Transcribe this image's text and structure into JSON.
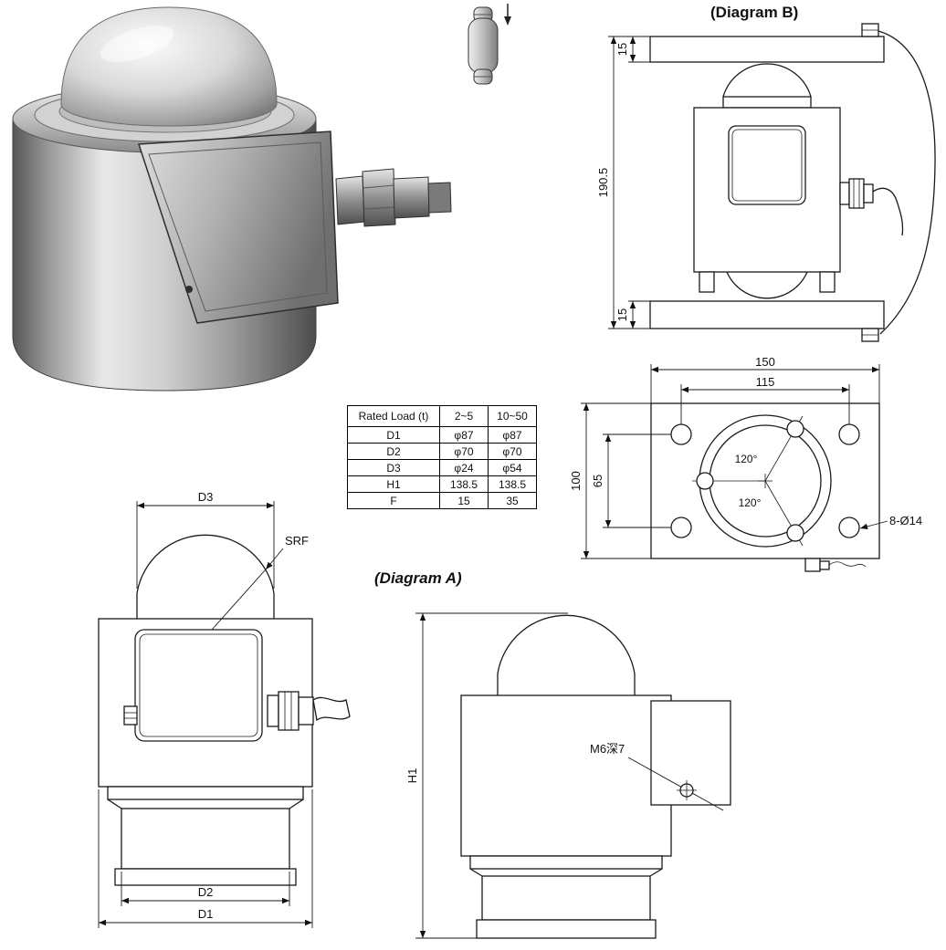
{
  "titles": {
    "diagram_a": "(Diagram A)",
    "diagram_b": "(Diagram B)"
  },
  "table": {
    "header_col": "Rated Load (t)",
    "col1": "2~5",
    "col2": "10~50",
    "rows": [
      {
        "name": "D1",
        "v1": "φ87",
        "v2": "φ87"
      },
      {
        "name": "D2",
        "v1": "φ70",
        "v2": "φ70"
      },
      {
        "name": "D3",
        "v1": "φ24",
        "v2": "φ54"
      },
      {
        "name": "H1",
        "v1": "138.5",
        "v2": "138.5"
      },
      {
        "name": "F",
        "v1": "15",
        "v2": "35"
      }
    ]
  },
  "diagram_b": {
    "dim_top": "15",
    "dim_height": "190.5",
    "dim_bottom": "15"
  },
  "top_view": {
    "dim_width": "150",
    "dim_bolt_width": "115",
    "dim_height": "100",
    "dim_bolt_height": "65",
    "angle_1": "120°",
    "angle_2": "120°",
    "holes_label": "8-Ø14"
  },
  "front_view": {
    "dim_d3": "D3",
    "srf_label": "SRF",
    "dim_d2": "D2",
    "dim_d1": "D1"
  },
  "side_view": {
    "dim_h1": "H1",
    "thread_label": "M6深7"
  }
}
